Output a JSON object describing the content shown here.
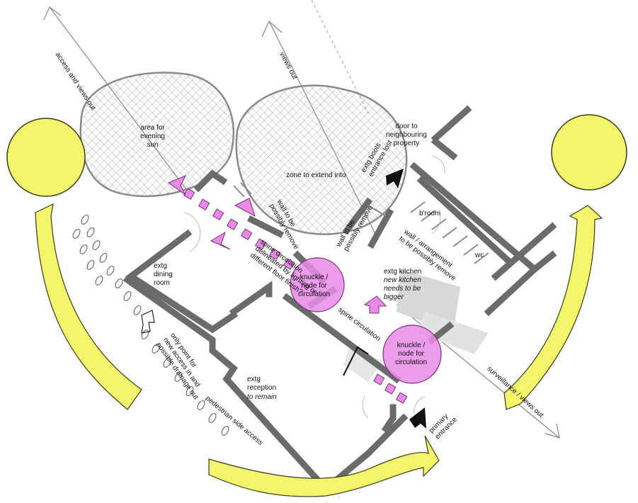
{
  "labels": {
    "access_views_out": "access and views out",
    "views_out": "views out",
    "area_evening_sun": "area for\nevening\nsun",
    "zone_extend": "zone to extend into",
    "door_neighbouring": "door to\nneighbouring\nproperty",
    "extg_boots": "extg boots\nentrance lost",
    "wall_remove_1": "wall to be\npossibly remove",
    "wall_remove_2": "wall to be\npossibly remove",
    "broom": "b'room",
    "wc": "wc",
    "wall_arrangement": "wall / arrangement\nto be possibly remove",
    "spine_circ_main": "spine circulation\ndelineated by lighting or\ndifferent floor finish?",
    "extg_dining": "extg\ndining\nroom",
    "knuckle_1": "knuckle /\nnode for\ncirculation",
    "knuckle_2": "knuckle /\nnode for\ncirculation",
    "extg_kitchen": "extg kitchen",
    "new_kitchen": "new kitchen\nneeds to be\nbigger",
    "spine_circ_2": "spine circulation",
    "only_point": "only point for\nnew access in and\npossible drainage out",
    "extg_reception": "extg\nreception",
    "to_remain": "to remain",
    "pedestrian_access": "pedestrian side access",
    "surveillance": "surveillance / views out",
    "primary_entrance": "primary\nentrance"
  },
  "colors": {
    "sun_fill": "#f3f56a",
    "sun_stroke": "#3a3a1a",
    "wall": "#6b6b6b",
    "circulation": "#e78be6",
    "circulation_stroke": "#7a2c78",
    "hatch_zone": "#9a9a9a",
    "light_fill": "#d8d8d8"
  },
  "icons": [
    "sun-icon",
    "sun-path-arrow-icon",
    "entrance-arrow-icon",
    "circulation-arrow-icon",
    "tree-icon"
  ]
}
